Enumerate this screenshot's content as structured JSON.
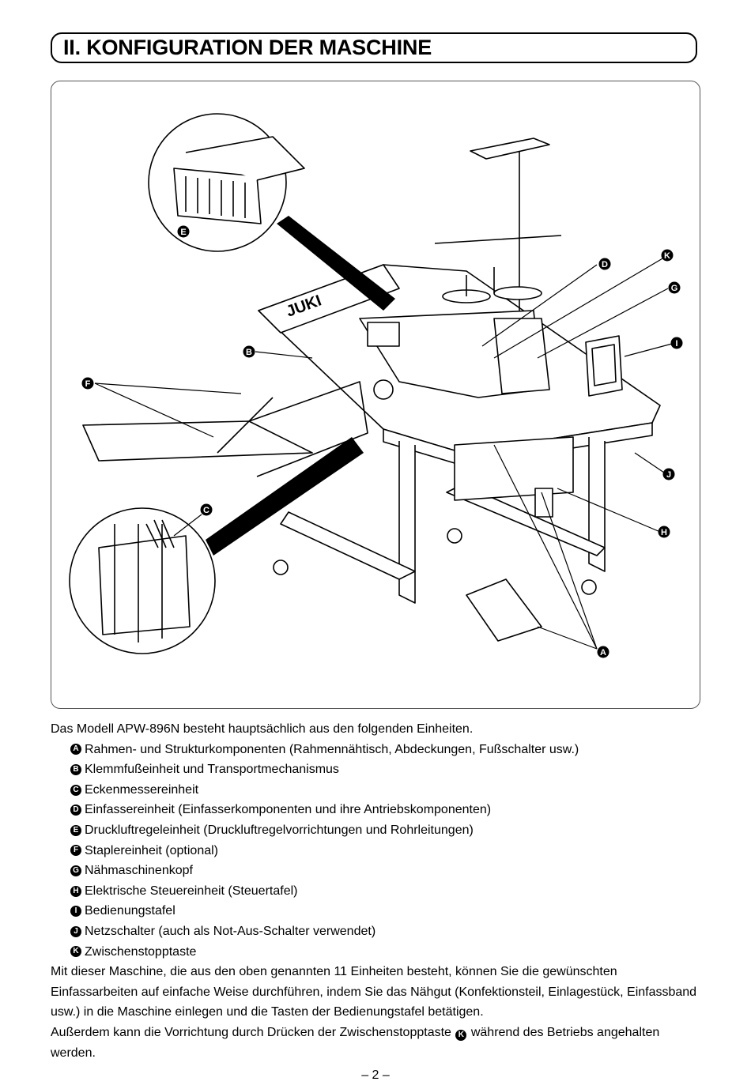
{
  "title": "II. KONFIGURATION DER MASCHINE",
  "figure": {
    "brand": "JUKI",
    "callouts": [
      "A",
      "B",
      "C",
      "D",
      "E",
      "F",
      "G",
      "H",
      "I",
      "J",
      "K"
    ]
  },
  "intro": "Das Modell APW-896N besteht hauptsächlich aus den folgenden Einheiten.",
  "units": [
    {
      "letter": "A",
      "text": "Rahmen- und Strukturkomponenten (Rahmennähtisch, Abdeckungen, Fußschalter usw.)"
    },
    {
      "letter": "B",
      "text": "Klemmfußeinheit und Transportmechanismus"
    },
    {
      "letter": "C",
      "text": "Eckenmessereinheit"
    },
    {
      "letter": "D",
      "text": "Einfassereinheit (Einfasserkomponenten und ihre Antriebskomponenten)"
    },
    {
      "letter": "E",
      "text": "Druckluftregeleinheit (Druckluftregelvorrichtungen und Rohrleitungen)"
    },
    {
      "letter": "F",
      "text": "Staplereinheit (optional)"
    },
    {
      "letter": "G",
      "text": "Nähmaschinenkopf"
    },
    {
      "letter": "H",
      "text": "Elektrische Steuereinheit (Steuertafel)"
    },
    {
      "letter": "I",
      "text": "Bedienungstafel"
    },
    {
      "letter": "J",
      "text": "Netzschalter (auch als Not-Aus-Schalter verwendet)"
    },
    {
      "letter": "K",
      "text": "Zwischenstopptaste"
    }
  ],
  "paragraph1": "Mit dieser Maschine, die aus den oben genannten 11 Einheiten besteht, können Sie die gewünschten Einfassarbeiten auf einfache Weise durchführen, indem Sie das Nähgut (Konfektionsteil, Einlagestück, Einfassband usw.) in die Maschine einlegen und die Tasten der Bedienungstafel betätigen.",
  "paragraph2_before": "Außerdem kann die Vorrichtung durch Drücken der Zwischenstopptaste",
  "paragraph2_letter": "K",
  "paragraph2_after": "während des Betriebs angehalten werden.",
  "page_number": "– 2 –"
}
